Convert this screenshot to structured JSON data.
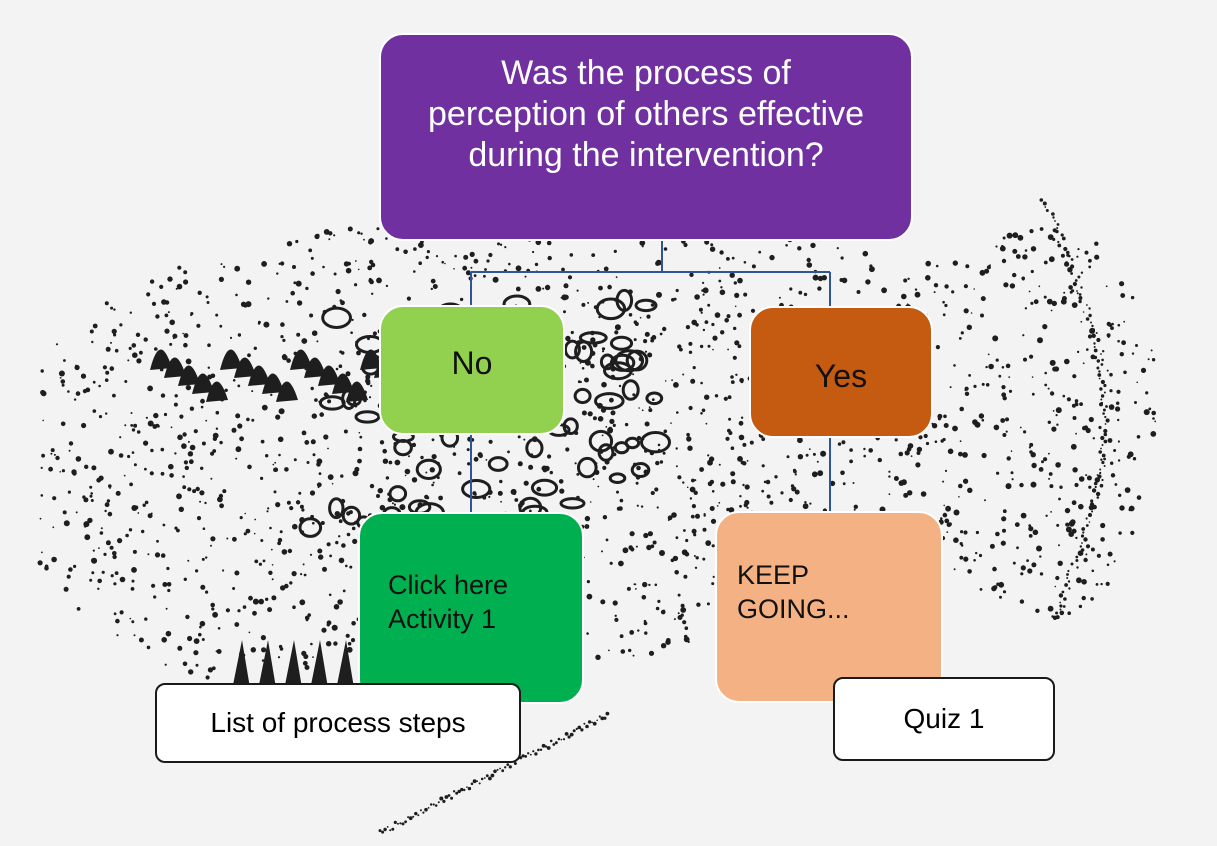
{
  "question": {
    "text": "Was the process of perception of others effective during the intervention?"
  },
  "branches": {
    "no_label": "No",
    "yes_label": "Yes"
  },
  "outcomes": {
    "activity_line1": "Click here",
    "activity_line2": "Activity 1",
    "keep_going_line1": "KEEP",
    "keep_going_line2": "GOING..."
  },
  "links": {
    "process_steps": "List of process steps",
    "quiz": "Quiz 1"
  },
  "colors": {
    "question": "#7030a0",
    "no": "#92d050",
    "yes": "#c55a11",
    "activity": "#00b050",
    "keep_going": "#f4b183",
    "connector": "#2f5597"
  }
}
